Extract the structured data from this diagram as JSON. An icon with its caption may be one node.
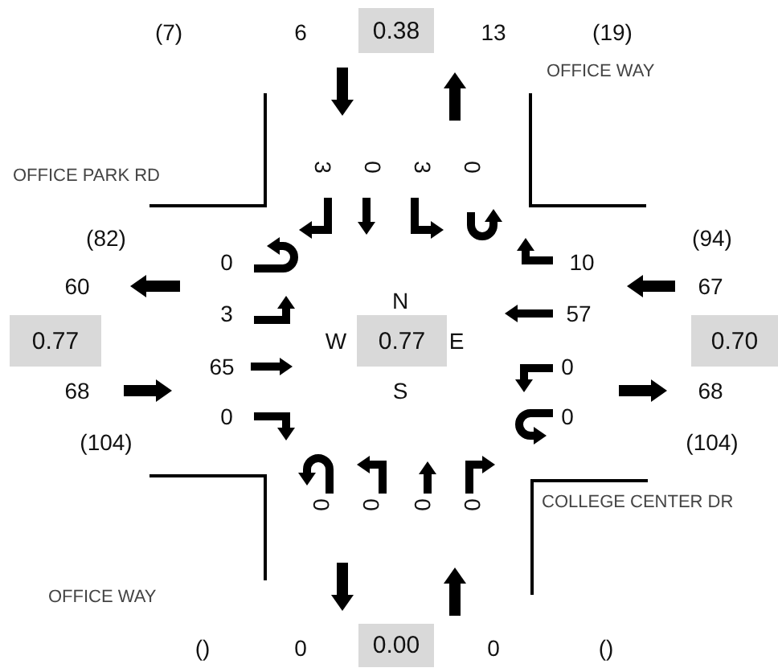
{
  "diagram": {
    "nodes": [
      {
        "text": [
          "0.38"
        ]
      },
      {
        "text": [
          "0.77"
        ]
      },
      {
        "text": [
          "0.77"
        ]
      },
      {
        "text": [
          "0.70"
        ]
      },
      {
        "text": [
          "0.00"
        ]
      }
    ],
    "labels": [
      "(7)",
      "6",
      "13",
      "(19)",
      "OFFICE WAY",
      "OFFICE PARK RD",
      "3",
      "0",
      "3",
      "0",
      "(82)",
      "(94)",
      "0",
      "10",
      "60",
      "67",
      "N",
      "3",
      "57",
      "W",
      "E",
      "65",
      "0",
      "68",
      "S",
      "68",
      "0",
      "0",
      "(104)",
      "(104)",
      "0",
      "0",
      "0",
      "0",
      "COLLEGE CENTER DR",
      "OFFICE WAY",
      "()",
      "0",
      "0",
      "()"
    ]
  }
}
